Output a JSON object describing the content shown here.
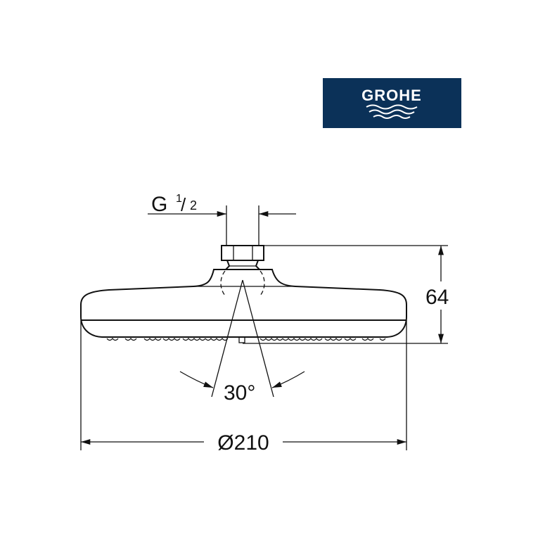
{
  "logo": {
    "text": "GROHE",
    "background": "#0b3158"
  },
  "dimensions": {
    "thread": {
      "main": "G",
      "fraction_num": "1",
      "fraction_den": "2"
    },
    "height": "64",
    "angle": "30°",
    "diameter": "Ø210"
  }
}
